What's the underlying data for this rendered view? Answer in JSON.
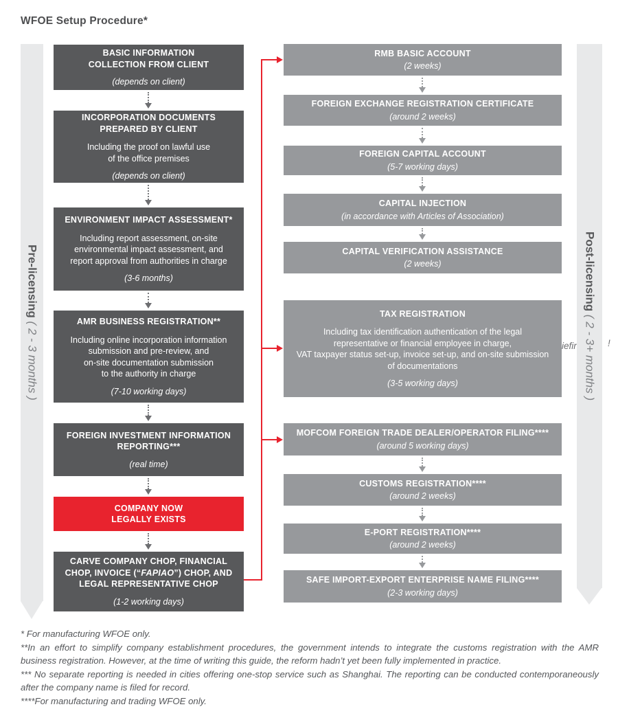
{
  "title": "WFOE Setup Procedure*",
  "pre_banner": {
    "label": "Pre-licensing",
    "duration": "( 2 - 3 months )"
  },
  "post_banner": {
    "label": "Post-licensing",
    "duration": "( 2 - 3+ months )"
  },
  "pre_steps": [
    {
      "title_lines": [
        "BASIC INFORMATION",
        "COLLECTION FROM CLIENT"
      ],
      "duration": "(depends on client)"
    },
    {
      "title_lines": [
        "INCORPORATION DOCUMENTS",
        "PREPARED BY CLIENT"
      ],
      "body_lines": [
        "Including the proof on lawful use",
        "of the office premises"
      ],
      "duration": "(depends on client)"
    },
    {
      "title_lines": [
        "ENVIRONMENT IMPACT ASSESSMENT*"
      ],
      "body_lines": [
        "Including report assessment, on-site",
        "environmental impact assessment, and",
        "report approval from authorities in charge"
      ],
      "duration": "(3-6 months)"
    },
    {
      "title_lines": [
        "AMR BUSINESS REGISTRATION**"
      ],
      "body_lines": [
        "Including online incorporation information",
        "submission and pre-review, and",
        "on-site documentation submission",
        "to the authority in charge"
      ],
      "duration": "(7-10 working days)"
    },
    {
      "title_lines": [
        "FOREIGN INVESTMENT INFORMATION",
        "REPORTING***"
      ],
      "duration": "(real time)"
    },
    {
      "title_lines": [
        "COMPANY NOW",
        "LEGALLY EXISTS"
      ],
      "highlight": true
    },
    {
      "title_lines": [
        "CARVE COMPANY CHOP, FINANCIAL",
        {
          "pre": "CHOP, INVOICE (“",
          "em": "FAPIAO",
          "post": "”) CHOP, AND"
        },
        "LEGAL REPRESENTATIVE CHOP"
      ],
      "duration": "(1-2 working days)"
    }
  ],
  "post_steps": [
    {
      "title_lines": [
        "RMB BASIC ACCOUNT"
      ],
      "duration": "(2 weeks)"
    },
    {
      "title_lines": [
        "FOREIGN EXCHANGE REGISTRATION CERTIFICATE"
      ],
      "duration": "(around 2 weeks)"
    },
    {
      "title_lines": [
        "FOREIGN CAPITAL ACCOUNT"
      ],
      "duration": "(5-7 working days)"
    },
    {
      "title_lines": [
        "CAPITAL INJECTION"
      ],
      "duration": "(in accordance with Articles of Association)"
    },
    {
      "title_lines": [
        "CAPITAL VERIFICATION ASSISTANCE"
      ],
      "duration": "(2 weeks)"
    },
    {
      "title_lines": [
        "TAX REGISTRATION"
      ],
      "body_lines": [
        "Including tax identification authentication of the legal",
        "representative or financial employee in charge,",
        "VAT taxpayer status set-up, invoice set-up, and on-site submission",
        "of documentations"
      ],
      "duration": "(3-5 working days)"
    },
    {
      "title_lines": [
        "MOFCOM FOREIGN TRADE DEALER/OPERATOR FILING****"
      ],
      "duration": "(around 5 working days)"
    },
    {
      "title_lines": [
        "CUSTOMS REGISTRATION****"
      ],
      "duration": "(around 2 weeks)"
    },
    {
      "title_lines": [
        "E-PORT REGISTRATION****"
      ],
      "duration": "(around 2 weeks)"
    },
    {
      "title_lines": [
        "SAFE IMPORT-EXPORT ENTERPRISE NAME FILING****"
      ],
      "duration": "(2-3 working days)"
    }
  ],
  "artifacts": {
    "left_fragment": "iefin",
    "right_fragment": "!"
  },
  "footnotes": [
    "* For manufacturing WFOE only.",
    "**In an effort to simplify company establishment procedures, the government intends to integrate the customs registration with the AMR business registration. However, at the time of writing this guide, the reform hadn’t yet been fully implemented in practice.",
    "*** No separate reporting is needed in cities offering one-stop service such as Shanghai. The reporting can be conducted contemporaneously after the company name is filed for record.",
    "****For manufacturing and trading WFOE only."
  ],
  "colors": {
    "dark_box": "#58595b",
    "gray_box": "#97999c",
    "red": "#e8232e",
    "banner_bg": "#e8e9ea",
    "text_gray": "#58595b"
  }
}
